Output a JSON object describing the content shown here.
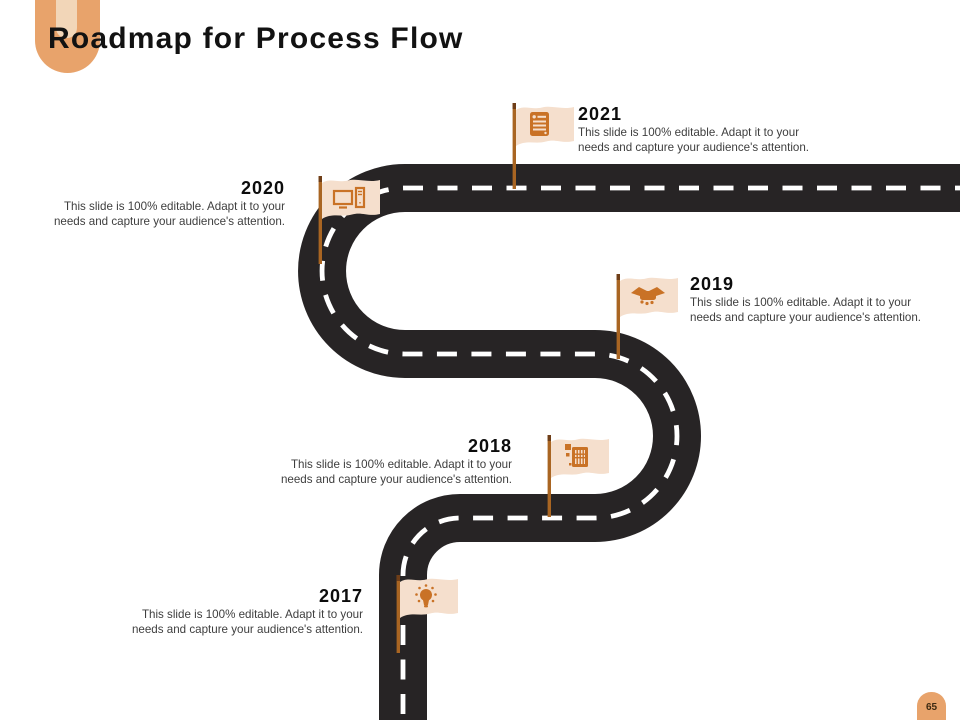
{
  "slide": {
    "title": "Roadmap for Process Flow",
    "page_number": "65"
  },
  "colors": {
    "accent_orange": "#c97226",
    "pole_orange": "#a96522",
    "flag_fill": "#f5dfcd",
    "road_dark": "#272425",
    "road_dash_white": "#ffffff",
    "ornament_orange": "#e8a36b",
    "ornament_inner_peach": "#f2d6b8"
  },
  "milestones": [
    {
      "year": "2017",
      "icon": "lightbulb-icon",
      "lines": [
        "This slide is 100% editable.  Adapt it to your",
        "needs and capture your audience's attention."
      ]
    },
    {
      "year": "2018",
      "icon": "toolbox-icon",
      "lines": [
        "This slide is 100% editable.  Adapt it to your",
        "needs and capture your audience's attention."
      ]
    },
    {
      "year": "2019",
      "icon": "handshake-icon",
      "lines": [
        "This slide is 100% editable.  Adapt it to your",
        "needs and capture your audience's attention."
      ]
    },
    {
      "year": "2020",
      "icon": "desktop-computer-icon",
      "lines": [
        "This slide is 100% editable.  Adapt it to your",
        "needs and capture your audience's attention."
      ]
    },
    {
      "year": "2021",
      "icon": "document-icon",
      "lines": [
        "This slide is 100% editable.  Adapt it to your",
        "needs and capture your audience's attention."
      ]
    }
  ]
}
